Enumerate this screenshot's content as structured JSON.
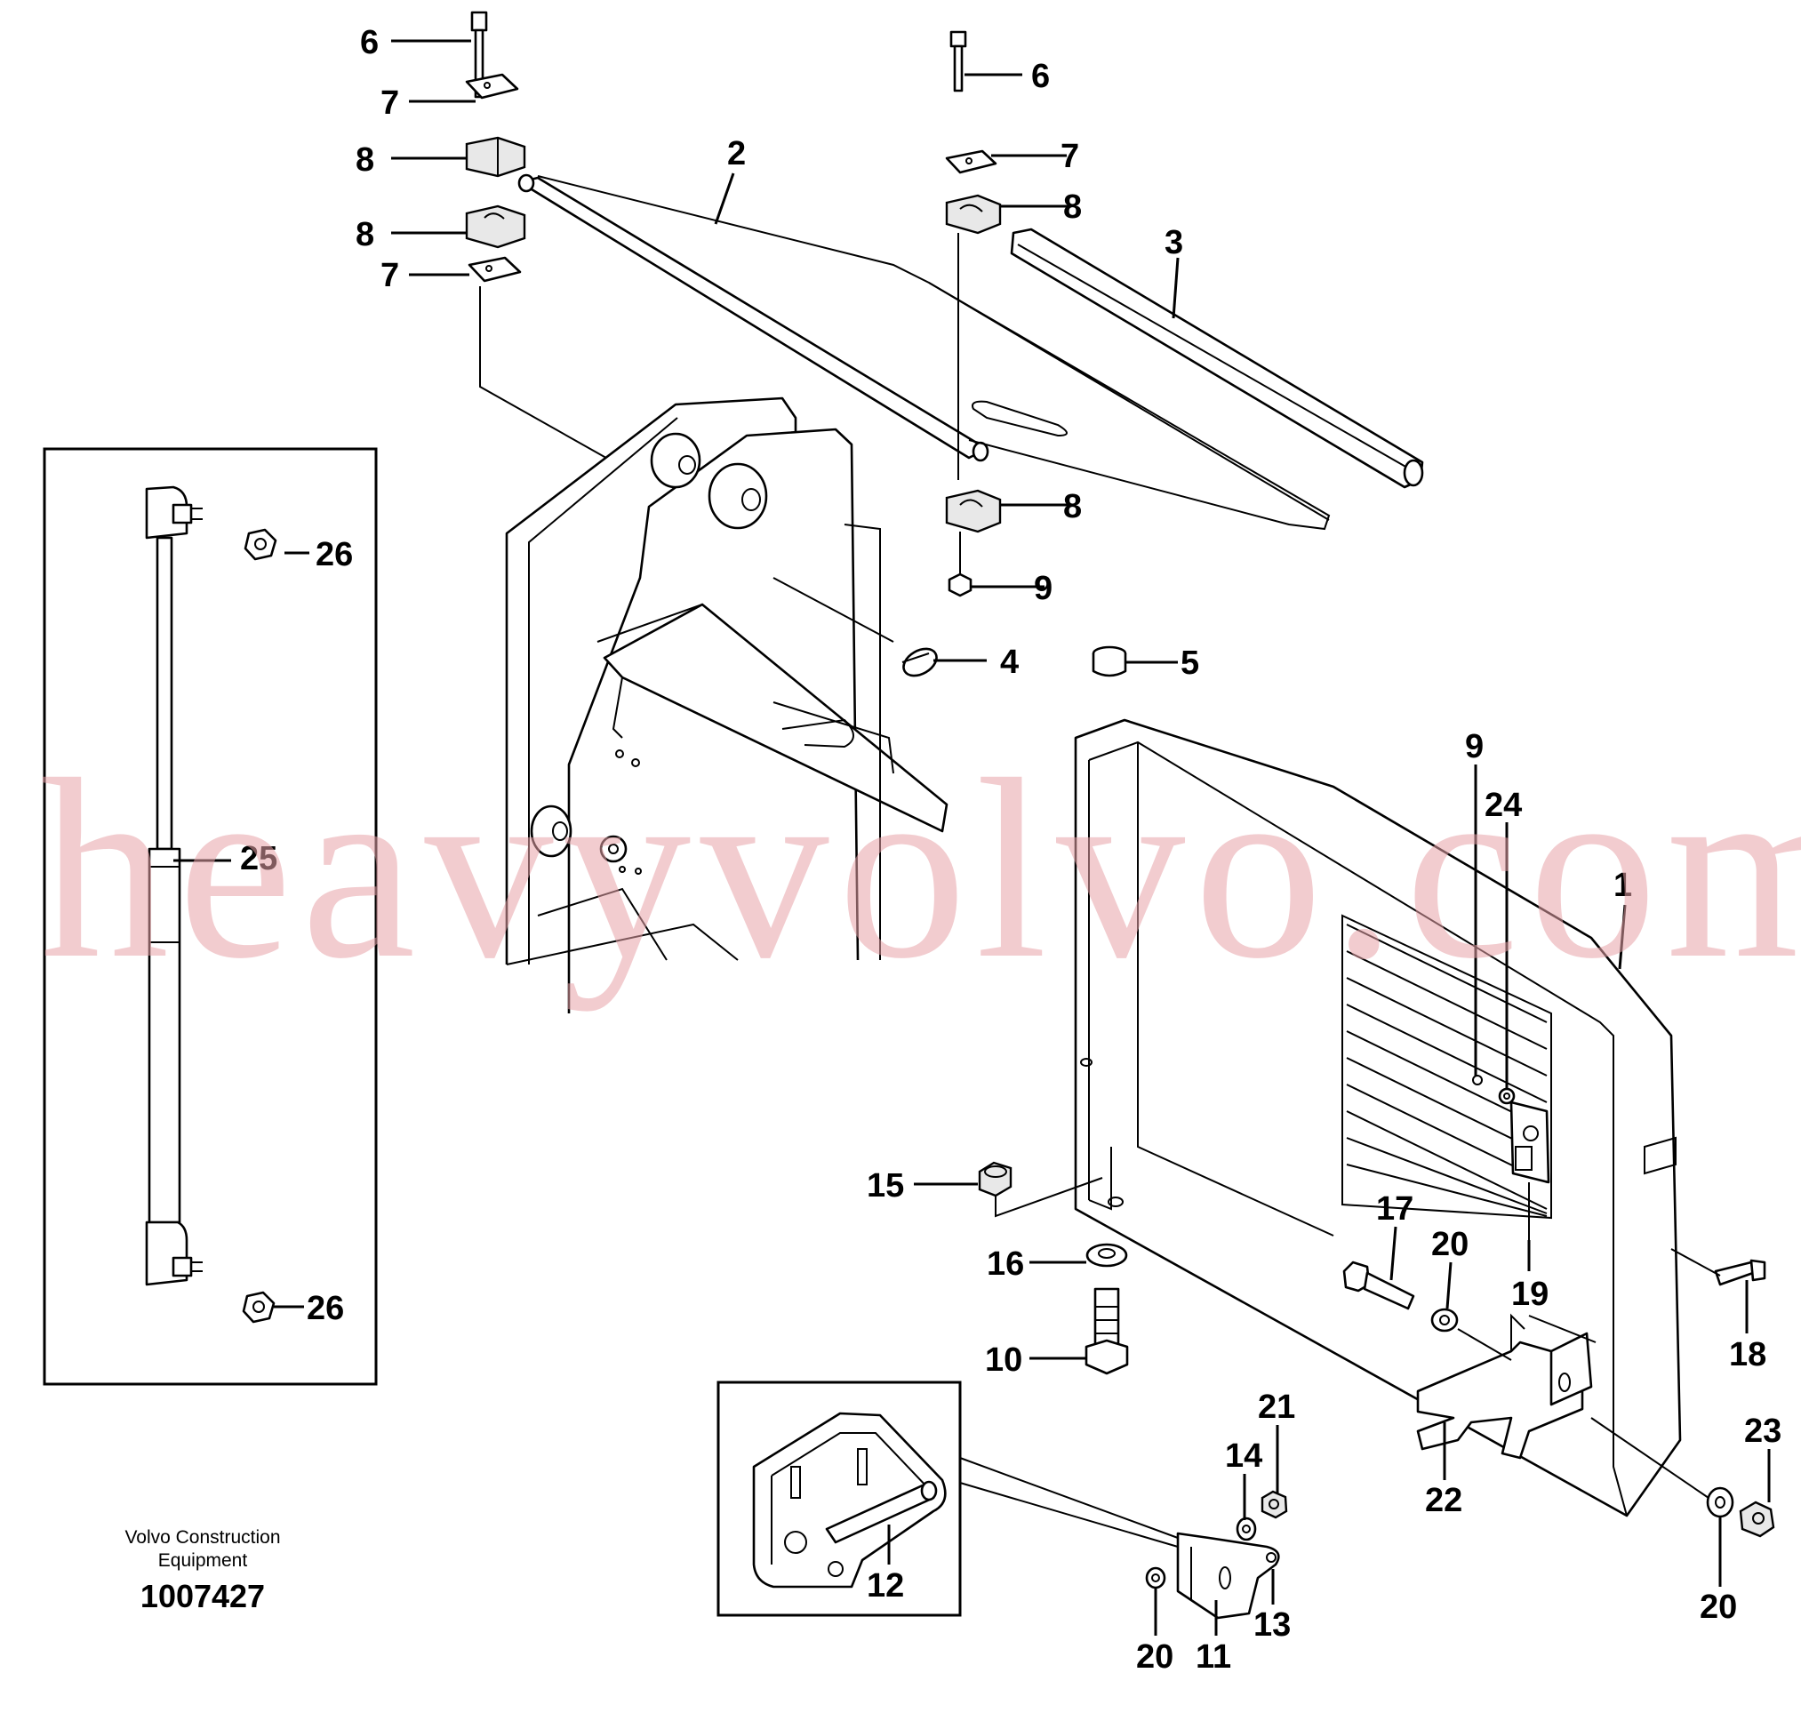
{
  "watermark": "heavyvolvo.com",
  "footer": {
    "company_line1": "Volvo Construction",
    "company_line2": "Equipment",
    "drawing_number": "1007427"
  },
  "callouts": {
    "c1": "1",
    "c2": "2",
    "c3": "3",
    "c4": "4",
    "c5": "5",
    "c6a": "6",
    "c6b": "6",
    "c7a": "7",
    "c7b": "7",
    "c7c": "7",
    "c8a": "8",
    "c8b": "8",
    "c8c": "8",
    "c8d": "8",
    "c9a": "9",
    "c9b": "9",
    "c10": "10",
    "c11": "11",
    "c12": "12",
    "c13": "13",
    "c14": "14",
    "c15": "15",
    "c16": "16",
    "c17": "17",
    "c18": "18",
    "c19": "19",
    "c20a": "20",
    "c20b": "20",
    "c20c": "20",
    "c21": "21",
    "c22": "22",
    "c23": "23",
    "c24": "24",
    "c25": "25",
    "c26a": "26",
    "c26b": "26"
  }
}
